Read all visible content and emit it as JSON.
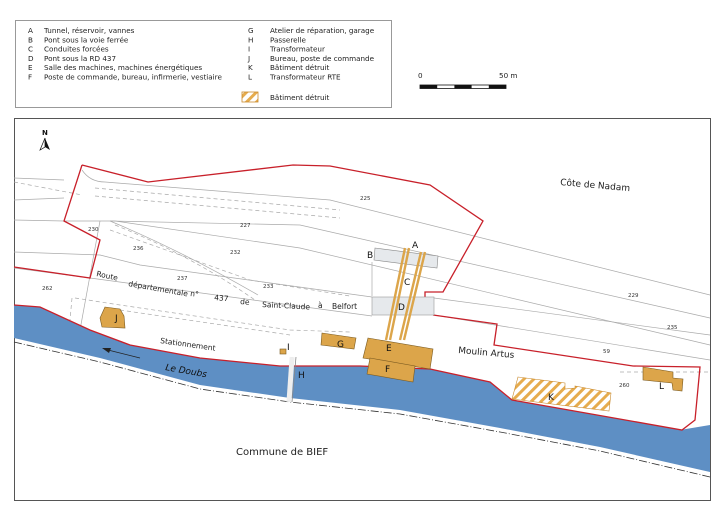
{
  "legend": {
    "items": [
      {
        "key": "A",
        "label": "Tunnel, réservoir, vannes"
      },
      {
        "key": "B",
        "label": "Pont sous la voie ferrée"
      },
      {
        "key": "C",
        "label": "Conduites forcées"
      },
      {
        "key": "D",
        "label": "Pont sous la RD 437"
      },
      {
        "key": "E",
        "label": "Salle des machines, machines énergétiques"
      },
      {
        "key": "F",
        "label": "Poste de commande, bureau, infirmerie, vestiaire"
      },
      {
        "key": "G",
        "label": "Atelier de réparation, garage"
      },
      {
        "key": "H",
        "label": "Passerelle"
      },
      {
        "key": "I",
        "label": "Transformateur"
      },
      {
        "key": "J",
        "label": "Bureau, poste de commande"
      },
      {
        "key": "K",
        "label": "Bâtiment détruit"
      },
      {
        "key": "L",
        "label": "Transformateur RTE"
      }
    ],
    "hatch_label": "Bâtiment détruit"
  },
  "scale": {
    "start": "0",
    "end": "50 m"
  },
  "north": "N",
  "map": {
    "places": {
      "cote": "Côte de Nadam",
      "moulin": "Moulin Artus",
      "stationnement": "Stationnement",
      "river": "Le Doubs",
      "commune": "Commune de BIEF"
    },
    "road_words": [
      "Route",
      "départementale",
      "n°",
      "437",
      "de",
      "Saint-Claude",
      "à",
      "Belfort"
    ],
    "parcels": [
      "225",
      "227",
      "230",
      "236",
      "232",
      "237",
      "233",
      "262",
      "229",
      "235",
      "59",
      "260"
    ],
    "building_letters": [
      "A",
      "B",
      "C",
      "D",
      "E",
      "F",
      "G",
      "H",
      "I",
      "J",
      "K",
      "L"
    ]
  },
  "colors": {
    "boundary": "#c8202a",
    "river": "#5e8fc4",
    "building": "#dca54a",
    "road": "#e6e9ec"
  }
}
